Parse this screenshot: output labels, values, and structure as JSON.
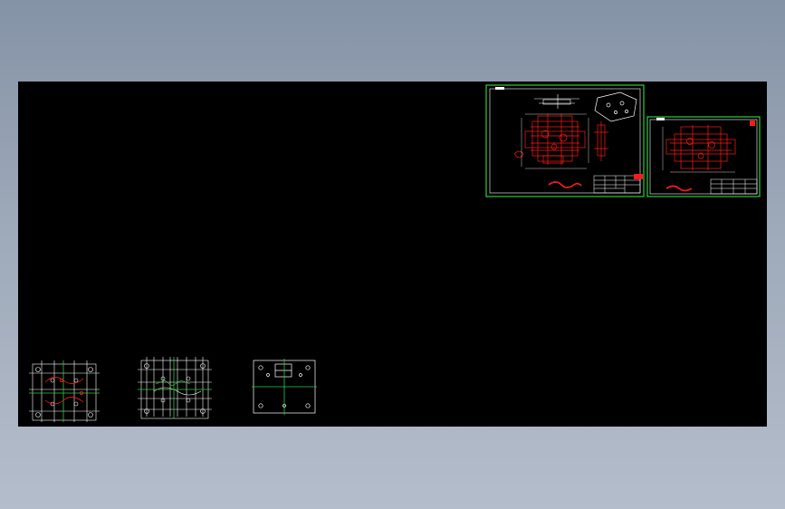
{
  "colors": {
    "background": "#000000",
    "border": "#2ecc40",
    "linework": "#ffffff",
    "parts": "#ff1a1a"
  },
  "views": [
    {
      "id": "view-1",
      "label": ""
    },
    {
      "id": "view-2",
      "label": ""
    },
    {
      "id": "view-3",
      "label": ""
    }
  ],
  "sheets": [
    {
      "id": "sheet-1"
    },
    {
      "id": "sheet-2"
    }
  ]
}
